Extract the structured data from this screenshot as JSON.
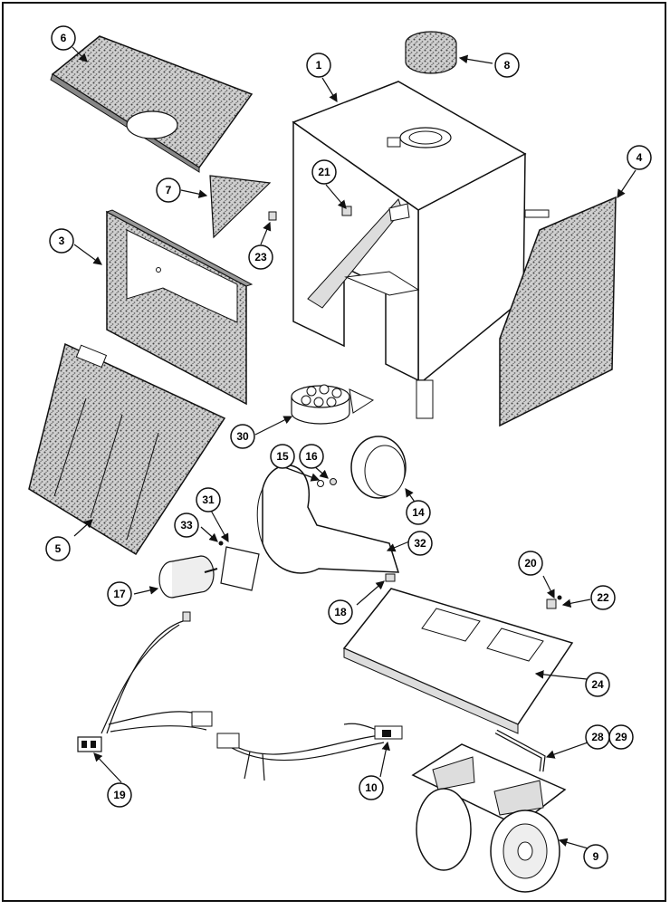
{
  "diagram": {
    "callouts": [
      {
        "id": "c1",
        "label": "1"
      },
      {
        "id": "c3",
        "label": "3"
      },
      {
        "id": "c4",
        "label": "4"
      },
      {
        "id": "c5",
        "label": "5"
      },
      {
        "id": "c6",
        "label": "6"
      },
      {
        "id": "c7",
        "label": "7"
      },
      {
        "id": "c8",
        "label": "8"
      },
      {
        "id": "c9",
        "label": "9"
      },
      {
        "id": "c10",
        "label": "10"
      },
      {
        "id": "c14",
        "label": "14"
      },
      {
        "id": "c15",
        "label": "15"
      },
      {
        "id": "c16",
        "label": "16"
      },
      {
        "id": "c17",
        "label": "17"
      },
      {
        "id": "c18",
        "label": "18"
      },
      {
        "id": "c19",
        "label": "19"
      },
      {
        "id": "c20",
        "label": "20"
      },
      {
        "id": "c21",
        "label": "21"
      },
      {
        "id": "c22",
        "label": "22"
      },
      {
        "id": "c23",
        "label": "23"
      },
      {
        "id": "c24",
        "label": "24"
      },
      {
        "id": "c28",
        "label": "28"
      },
      {
        "id": "c29",
        "label": "29"
      },
      {
        "id": "c30",
        "label": "30"
      },
      {
        "id": "c31",
        "label": "31"
      },
      {
        "id": "c32",
        "label": "32"
      },
      {
        "id": "c33",
        "label": "33"
      }
    ]
  }
}
